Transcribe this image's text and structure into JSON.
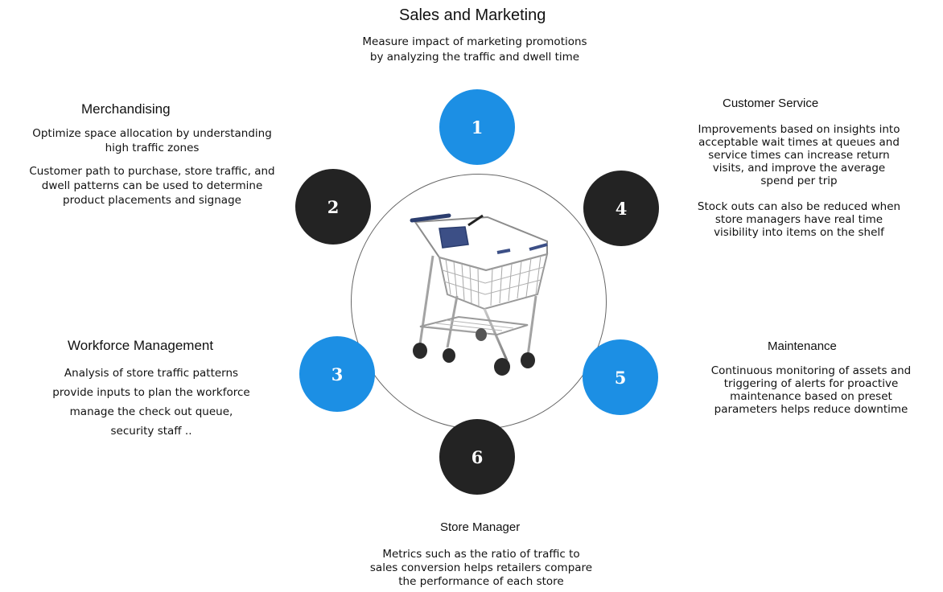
{
  "center": {
    "image": "shopping-cart"
  },
  "colors": {
    "blue": "#1c8fe4",
    "dark": "#232323",
    "ring": "#666666"
  },
  "nodes": [
    {
      "number": "1",
      "color": "blue",
      "title": "Sales and Marketing",
      "paragraphs": [
        [
          "Measure impact of marketing promotions",
          "by analyzing the traffic and dwell time"
        ]
      ]
    },
    {
      "number": "2",
      "color": "dark",
      "title": "Merchandising",
      "paragraphs": [
        [
          "Optimize space allocation by understanding",
          "high traffic zones"
        ],
        [
          "Customer path to purchase, store traffic, and",
          "dwell patterns can be used to determine",
          "product placements and signage"
        ]
      ]
    },
    {
      "number": "3",
      "color": "blue",
      "title": "Workforce Management",
      "paragraphs": [
        [
          "Analysis of store traffic patterns",
          "provide inputs to plan the workforce",
          "manage the check out queue,",
          "security staff .."
        ]
      ]
    },
    {
      "number": "4",
      "color": "dark",
      "title": "Customer Service",
      "paragraphs": [
        [
          "Improvements based on insights into",
          "acceptable wait times at queues and",
          "service times can increase return",
          "visits, and improve the average",
          "spend per trip"
        ],
        [
          "Stock outs can also be reduced when",
          "store managers have real time",
          "visibility into items on the shelf"
        ]
      ]
    },
    {
      "number": "5",
      "color": "blue",
      "title": "Maintenance",
      "paragraphs": [
        [
          "Continuous monitoring of assets and",
          "triggering of alerts for proactive",
          "maintenance based on preset",
          "parameters helps reduce downtime"
        ]
      ]
    },
    {
      "number": "6",
      "color": "dark",
      "title": "Store Manager",
      "paragraphs": [
        [
          "Metrics such as the ratio of traffic to",
          "sales conversion helps retailers compare",
          "the performance of each store"
        ]
      ]
    }
  ]
}
